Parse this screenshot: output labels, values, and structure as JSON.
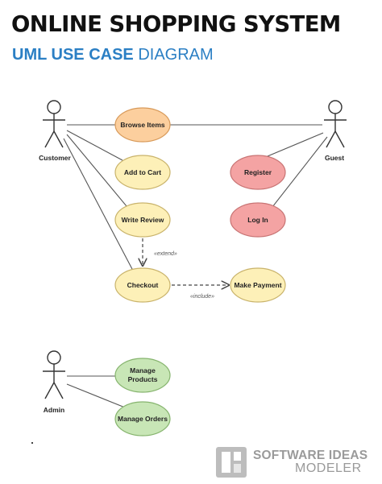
{
  "header": {
    "title": "ONLINE SHOPPING SYSTEM",
    "subtitle_bold": "UML USE CASE",
    "subtitle_rest": " DIAGRAM"
  },
  "actors": {
    "customer": "Customer",
    "guest": "Guest",
    "admin": "Admin"
  },
  "use_cases": {
    "browse_items": "Browse Items",
    "add_to_cart": "Add to Cart",
    "write_review": "Write Review",
    "checkout": "Checkout",
    "make_payment": "Make Payment",
    "register": "Register",
    "log_in": "Log In",
    "manage_products_line1": "Manage",
    "manage_products_line2": "Products",
    "manage_orders": "Manage Orders"
  },
  "relations": {
    "extend": "«extend»",
    "include": "«include»"
  },
  "colors": {
    "orange_fill": "#fccf9e",
    "orange_stroke": "#d89a5a",
    "yellow_fill": "#fdf0b8",
    "yellow_stroke": "#c9b36b",
    "red_fill": "#f4a3a3",
    "red_stroke": "#c87474",
    "green_fill": "#c8e6b6",
    "green_stroke": "#86b46e",
    "subtitle_blue": "#2b7fc4"
  },
  "watermark": {
    "line1": "SOFTWARE IDEAS",
    "line2": "MODELER"
  }
}
